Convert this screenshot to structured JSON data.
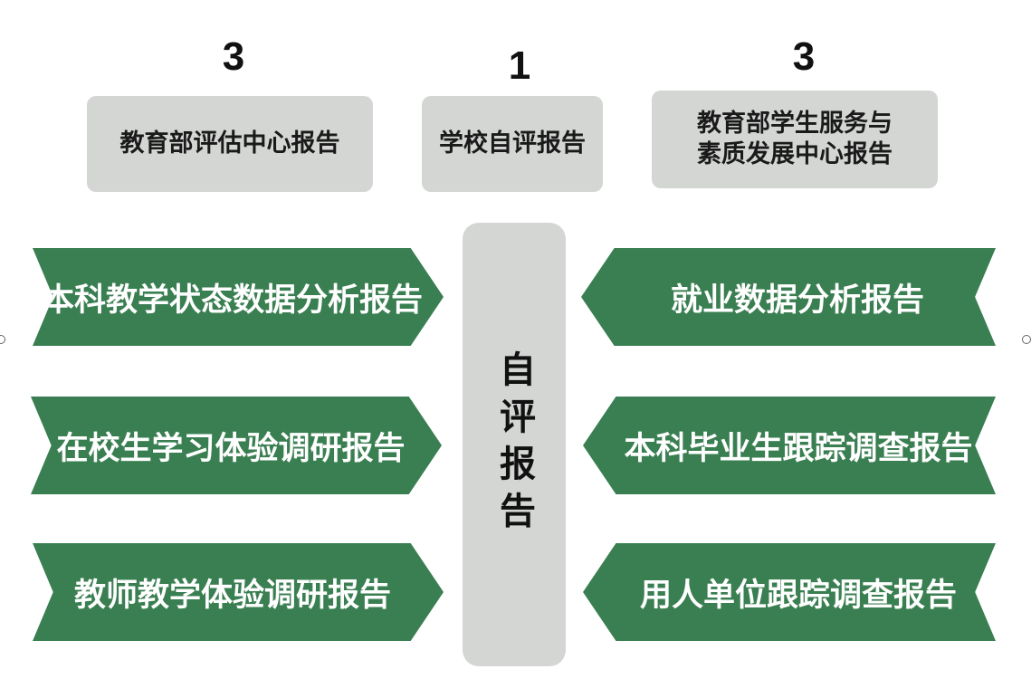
{
  "top_sources": [
    {
      "count": "3",
      "label": "教育部评估中心报告"
    },
    {
      "count": "1",
      "label": "学校自评报告"
    },
    {
      "count": "3",
      "label": "教育部学生服务与\n素质发展中心报告"
    }
  ],
  "center": {
    "label": "自评报告"
  },
  "left_reports": [
    "本科教学状态数据分析报告",
    "在校生学习体验调研报告",
    "教师教学体验调研报告"
  ],
  "right_reports": [
    "就业数据分析报告",
    "本科毕业生跟踪调查报告",
    "用人单位跟踪调查报告"
  ],
  "colors": {
    "ribbon": "#3a7f52",
    "box": "#d3d6d3",
    "text_dark": "#111111"
  }
}
